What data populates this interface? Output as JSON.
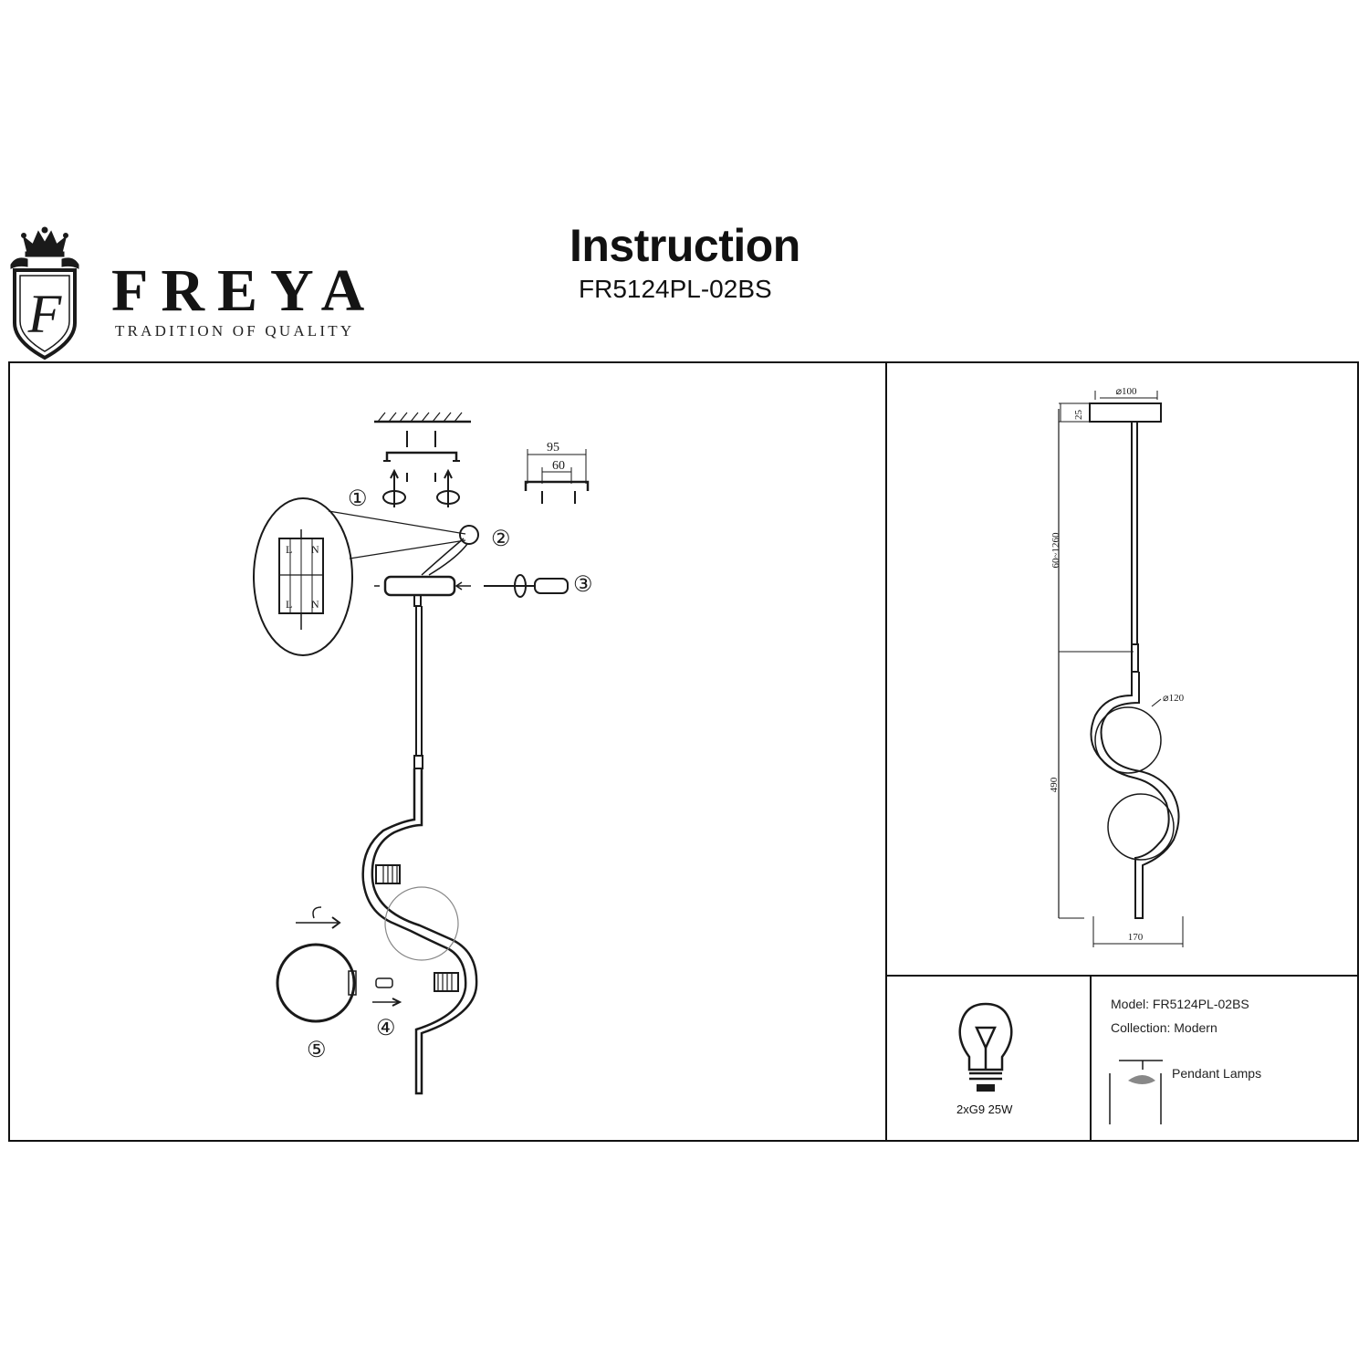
{
  "brand": {
    "name": "FREYA",
    "tagline": "TRADITION OF QUALITY",
    "crest_letter": "F"
  },
  "header": {
    "title": "Instruction",
    "subtitle": "FR5124PL-02BS"
  },
  "assembly": {
    "steps": [
      "①",
      "②",
      "③",
      "④",
      "⑤"
    ],
    "bracket_dims": {
      "outer": "95",
      "inner": "60"
    },
    "terminal_labels": {
      "top_l": "L",
      "top_n": "N",
      "bottom_l": "L",
      "bottom_n": "N"
    }
  },
  "dimensions": {
    "canopy_diameter": "⌀100",
    "canopy_height": "25",
    "suspension_length": "60~1260",
    "shade_diameter": "⌀120",
    "body_height": "490",
    "body_width": "170"
  },
  "specs": {
    "bulb": "2xG9 25W",
    "model": "Model: FR5124PL-02BS",
    "collection": "Collection: Modern",
    "type": "Pendant Lamps"
  }
}
